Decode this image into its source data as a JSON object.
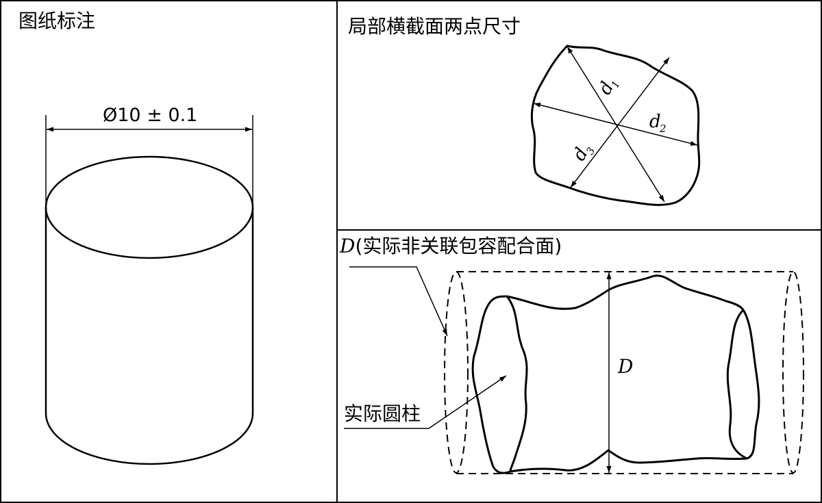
{
  "panels": {
    "drawing": {
      "title": "图纸标注",
      "dimension_label": "Ø10 ± 0.1"
    },
    "cross_section": {
      "title": "局部横截面两点尺寸",
      "labels": {
        "d1": "d",
        "d1_sub": "1",
        "d2": "d",
        "d2_sub": "2",
        "d3": "d",
        "d3_sub": "3"
      }
    },
    "envelope": {
      "title_italic": "D",
      "title_rest": "(实际非关联包容配合面)",
      "diameter_label": "D",
      "actual_cylinder_label": "实际圆柱"
    }
  },
  "colors": {
    "line": "#000000",
    "background": "#ffffff"
  }
}
